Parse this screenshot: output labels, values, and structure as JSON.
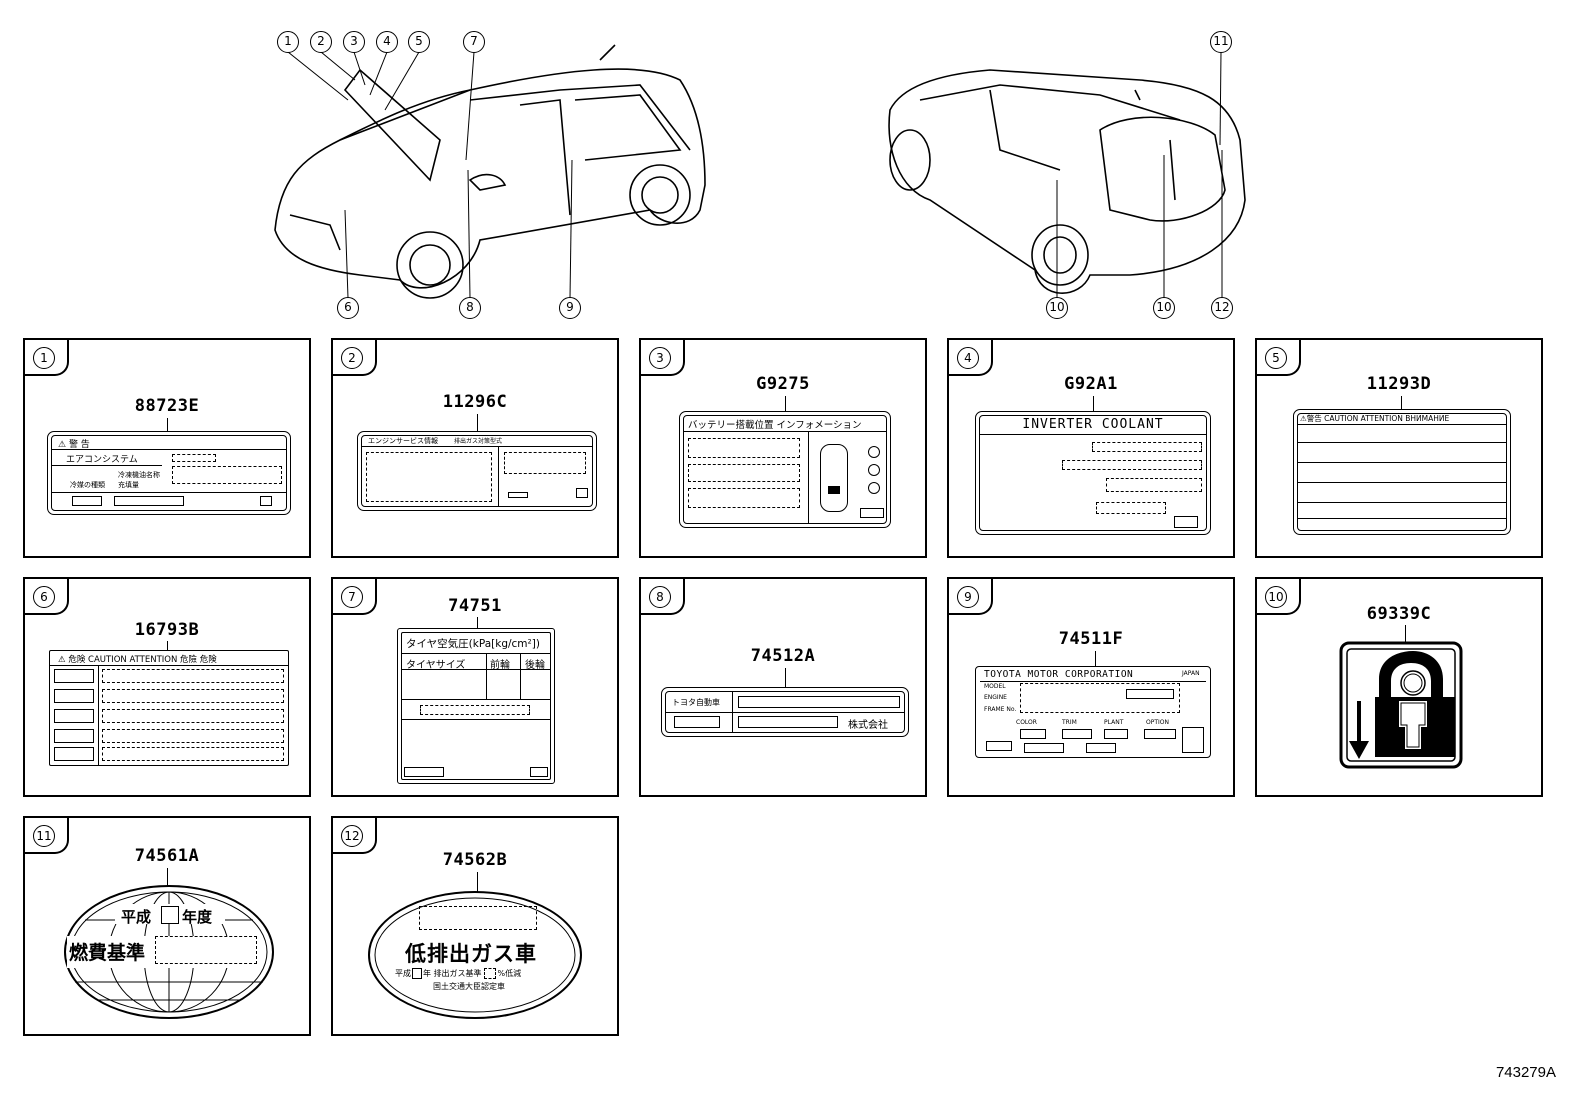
{
  "callouts_top": [
    "1",
    "2",
    "3",
    "4",
    "5",
    "7",
    "11"
  ],
  "callouts_bottom": [
    "6",
    "8",
    "9",
    "10",
    "10",
    "12"
  ],
  "panels": [
    {
      "num": "1",
      "part": "88723E"
    },
    {
      "num": "2",
      "part": "11296C"
    },
    {
      "num": "3",
      "part": "G9275"
    },
    {
      "num": "4",
      "part": "G92A1"
    },
    {
      "num": "5",
      "part": "11293D"
    },
    {
      "num": "6",
      "part": "16793B"
    },
    {
      "num": "7",
      "part": "74751"
    },
    {
      "num": "8",
      "part": "74512A"
    },
    {
      "num": "9",
      "part": "74511F"
    },
    {
      "num": "10",
      "part": "69339C"
    },
    {
      "num": "11",
      "part": "74561A"
    },
    {
      "num": "12",
      "part": "74562B"
    }
  ],
  "labels": {
    "p1": {
      "header": "警 告",
      "line1": "エアコンシステム",
      "line2a": "冷媒の種類",
      "line2b": "充填量",
      "line3": "冷凍機油名称"
    },
    "p2": {
      "header": "エンジンサービス情報",
      "header2": "排出ガス対策型式"
    },
    "p3": {
      "header": "バッテリー搭載位置  インフォメーション"
    },
    "p4": {
      "header": "INVERTER COOLANT"
    },
    "p5": {
      "header": "⚠警告 CAUTION ATTENTION ВНИМАНИЕ"
    },
    "p6": {
      "header": "⚠ 危険  CAUTION  ATTENTION  危險  危険"
    },
    "p7": {
      "header": "タイヤ空気圧(kPa[kg/cm²])",
      "col1": "タイヤサイズ",
      "col2": "前輪",
      "col3": "後輪"
    },
    "p8": {
      "row1": "トヨタ自動車",
      "row2": "株式会社"
    },
    "p9": {
      "header": "TOYOTA MOTOR CORPORATION",
      "japan": "JAPAN",
      "model": "MODEL",
      "engine": "ENGINE",
      "frame": "FRAME No.",
      "color": "COLOR",
      "trim": "TRIM",
      "plant": "PLANT",
      "option": "OPTION"
    },
    "p11": {
      "line1a": "平成",
      "line1b": "年度",
      "line2": "燃費基準"
    },
    "p12": {
      "main": "低排出ガス車",
      "sub_a": "平成",
      "sub_b": "年 排出ガス基準",
      "sub_c": "%低減",
      "sub2": "国土交通大臣認定車"
    }
  },
  "ref_code": "743279A"
}
